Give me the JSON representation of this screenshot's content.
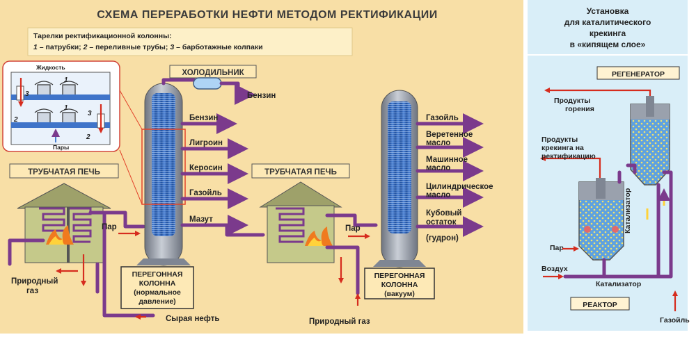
{
  "title": "СХЕМА ПЕРЕРАБОТКИ НЕФТИ МЕТОДОМ РЕКТИФИКАЦИИ",
  "legend": {
    "line1": "Тарелки ректификационной колонны:",
    "n1": "1",
    "t1": " – патрубки; ",
    "n2": "2",
    "t2": " – переливные трубы; ",
    "n3": "3",
    "t3": " – барботажные колпаки"
  },
  "inset": {
    "liquid": "Жидкость",
    "vapors": "Пары",
    "nums": [
      "1",
      "1",
      "2",
      "3",
      "3",
      "2"
    ]
  },
  "condenser": "ХОЛОДИЛЬНИК",
  "furnace1": "ТРУБЧАТАЯ ПЕЧЬ",
  "furnace2": "ТРУБЧАТАЯ ПЕЧЬ",
  "column1": {
    "outputs": [
      "Бензин",
      "Бензин",
      "Лигроин",
      "Керосин",
      "Газойль",
      "Мазут"
    ],
    "steam": "Пар",
    "label": [
      "ПЕРЕГОННАЯ",
      "КОЛОННА",
      "(нормальное",
      "давление)"
    ],
    "gas": [
      "Природный",
      "газ"
    ],
    "crude": "Сырая нефть"
  },
  "column2": {
    "outputs": [
      "Газойль",
      "Веретенное",
      "масло",
      "Машинное",
      "масло",
      "Цилиндрическое",
      "масло",
      "Кубовый",
      "остаток",
      "(гудрон)"
    ],
    "steam": "Пар",
    "label": [
      "ПЕРЕГОННАЯ",
      "КОЛОННА",
      "(вакуум)"
    ],
    "gas": "Природный газ"
  },
  "right": {
    "title": [
      "Установка",
      "для каталитического",
      "крекинга",
      "в «кипящем слое»"
    ],
    "regenerator": "РЕГЕНЕРАТОР",
    "reactor": "РЕАКТОР",
    "combustion": [
      "Продукты",
      "горения"
    ],
    "cracking": [
      "Продукты",
      "крекинга на",
      "ректификацию"
    ],
    "catalyst_v": "Катализатор",
    "catalyst_h": "Катализатор",
    "steam": "Пар",
    "air": "Воздух",
    "gasoil": "Газойль"
  },
  "colors": {
    "bg_left": "#f8dfa6",
    "bg_right": "#d9eef8",
    "pipe": "#7b3a8c",
    "column": "#8f96a3",
    "trays": "#2b5fb0",
    "arrow": "#d62c1e",
    "house": "#c5c98a"
  }
}
